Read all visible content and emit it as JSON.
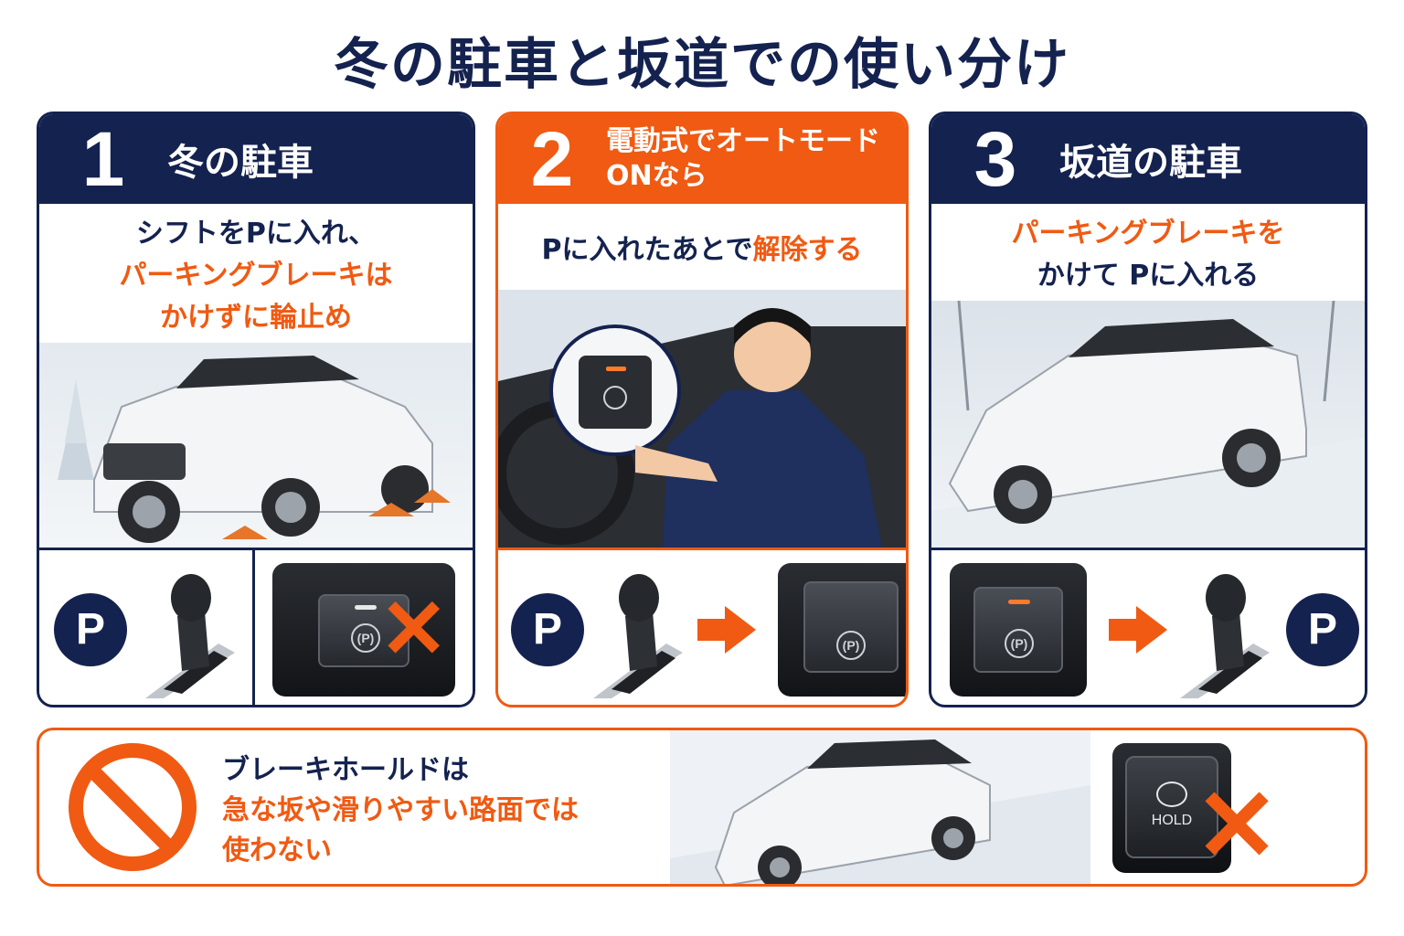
{
  "title": "冬の駐車と坂道での使い分け",
  "panels": [
    {
      "number": "1",
      "heading": "冬の駐車",
      "desc_line1": "シフトをPに入れ、",
      "desc_line2": "パーキングブレーキは",
      "desc_line3": "かけずに輪止め",
      "p_badge": "P"
    },
    {
      "number": "2",
      "heading_line1": "電動式でオートモード",
      "heading_line2": "ONなら",
      "desc_a": "Pに入れたあとで",
      "desc_b": "解除する",
      "p_badge": "P"
    },
    {
      "number": "3",
      "heading": "坂道の駐車",
      "desc_line1": "パーキングブレーキを",
      "desc_line2": "かけて Pに入れる",
      "p_badge": "P"
    }
  ],
  "warning": {
    "line1": "ブレーキホールドは",
    "line2": "急な坂や滑りやすい路面では",
    "line3": "使わない",
    "hold_label": "HOLD"
  },
  "brake_icon_text": "(P)",
  "x_mark": "✕",
  "colors": {
    "navy": "#14224f",
    "orange": "#f05a12",
    "led_active": "#ff7a2a",
    "led_off": "#e8e8e8"
  }
}
